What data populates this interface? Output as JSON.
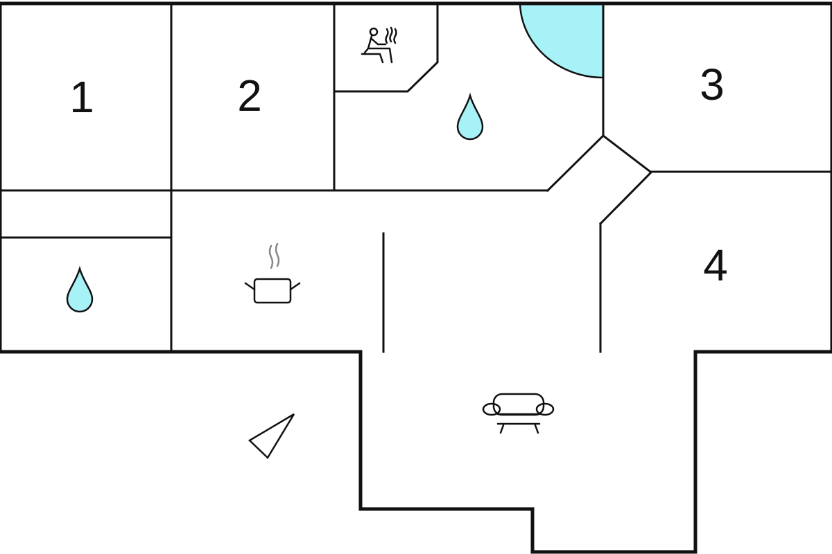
{
  "rooms": {
    "bedroom_1": "1",
    "bedroom_2": "2",
    "bedroom_3": "3",
    "bedroom_4": "4"
  },
  "icons": {
    "sauna": "sauna-icon",
    "bathroom_drop_main": "water-drop-icon",
    "bathroom_drop_small": "water-drop-icon",
    "kitchen": "cooking-pot-icon",
    "living": "sofa-icon",
    "terrace": "north-arrow-icon",
    "shower": "shower-quarter-circle"
  },
  "colors": {
    "wall": "#111111",
    "water": "#a6f2f7",
    "background": "#ffffff"
  }
}
